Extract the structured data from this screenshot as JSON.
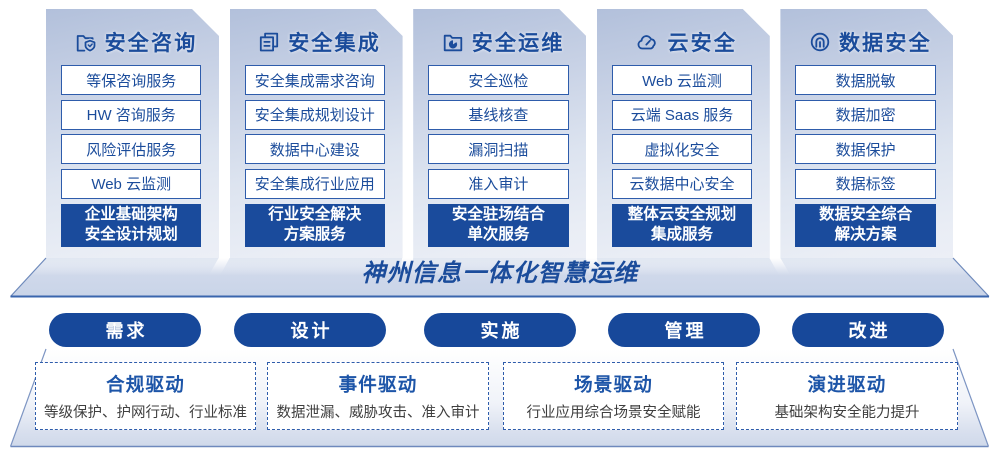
{
  "colors": {
    "accent_blue": "#1a4b9c",
    "box_border_blue": "#2e5cab",
    "text_blue": "#1b4c9b",
    "driver_title_blue": "#1d55a8",
    "driver_desc_gray": "#3f3f3f",
    "card_gradient_top": "#b2c0db",
    "card_gradient_bottom": "#f2f4f9",
    "platform_fill": "#cdd7e9",
    "platform_edge_dark": "#3a65ad",
    "platform_edge_light": "#7189bd"
  },
  "cards": [
    {
      "icon": "folder-shield-icon",
      "title": "安全咨询",
      "items": [
        "等保咨询服务",
        "HW 咨询服务",
        "风险评估服务",
        "Web 云监测"
      ],
      "footer_lines": [
        "企业基础架构",
        "安全设计规划"
      ]
    },
    {
      "icon": "documents-icon",
      "title": "安全集成",
      "items": [
        "安全集成需求咨询",
        "安全集成规划设计",
        "数据中心建设",
        "安全集成行业应用"
      ],
      "footer_lines": [
        "行业安全解决",
        "方案服务"
      ]
    },
    {
      "icon": "folder-pie-icon",
      "title": "安全运维",
      "items": [
        "安全巡检",
        "基线核查",
        "漏洞扫描",
        "准入审计"
      ],
      "footer_lines": [
        "安全驻场结合",
        "单次服务"
      ]
    },
    {
      "icon": "cloud-icon",
      "title": "云安全",
      "items": [
        "Web 云监测",
        "云端 Saas 服务",
        "虚拟化安全",
        "云数据中心安全"
      ],
      "footer_lines": [
        "整体云安全规划",
        "集成服务"
      ]
    },
    {
      "icon": "fingerprint-icon",
      "title": "数据安全",
      "items": [
        "数据脱敏",
        "数据加密",
        "数据保护",
        "数据标签"
      ],
      "footer_lines": [
        "数据安全综合",
        "解决方案"
      ]
    }
  ],
  "banner": {
    "title": "神州信息一体化智慧运维"
  },
  "process_steps": [
    {
      "label": "需求"
    },
    {
      "label": "设计"
    },
    {
      "label": "实施"
    },
    {
      "label": "管理"
    },
    {
      "label": "改进"
    }
  ],
  "drivers": [
    {
      "title": "合规驱动",
      "description": "等级保护、护网行动、行业标准"
    },
    {
      "title": "事件驱动",
      "description": "数据泄漏、威胁攻击、准入审计"
    },
    {
      "title": "场景驱动",
      "description": "行业应用综合场景安全赋能"
    },
    {
      "title": "演进驱动",
      "description": "基础架构安全能力提升"
    }
  ]
}
